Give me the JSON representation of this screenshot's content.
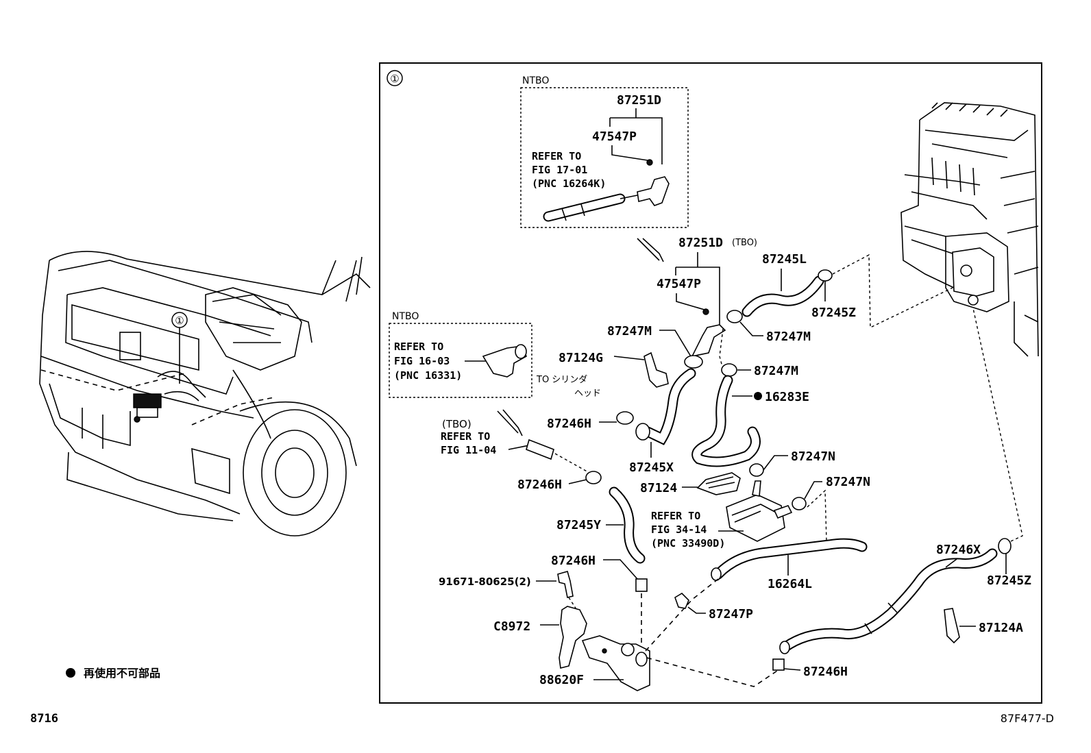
{
  "circled_ref": "①",
  "inset_ntbo_1": {
    "tag": "NTBO",
    "part_top": "87251D",
    "part_sub": "47547P",
    "refer_lines": [
      "REFER TO",
      "FIG 17-01",
      "(PNC 16264K)"
    ]
  },
  "inset_ntbo_2": {
    "tag": "NTBO",
    "refer_lines": [
      "REFER TO",
      "FIG 16-03",
      "(PNC 16331)"
    ]
  },
  "labels": {
    "p87251d_tbo": "87251D",
    "tbo_suffix": "(TBO)",
    "p47547p": "47547P",
    "p87245l": "87245L",
    "p87245z_top": "87245Z",
    "p87247m_a": "87247M",
    "p87247m_b": "87247M",
    "p87247m_c": "87247M",
    "p87124g": "87124G",
    "p16283e": "16283E",
    "to_cyl_1": "TO シリンダ",
    "to_cyl_2": "ヘッド",
    "p87246h_a": "87246H",
    "p87245x": "87245X",
    "p87247n_a": "87247N",
    "p87247n_b": "87247N",
    "p87124": "87124",
    "p87246h_b": "87246H",
    "p87245y": "87245Y",
    "p87246h_c": "87246H",
    "p91671": "91671-80625(2)",
    "pc8972": "C8972",
    "p88620f": "88620F",
    "p87247p": "87247P",
    "p16264l": "16264L",
    "p87246x": "87246X",
    "p87245z_bot": "87245Z",
    "p87124a": "87124A",
    "p87246h_d": "87246H"
  },
  "refer_tbo_lines": [
    "(TBO)",
    "REFER TO",
    "FIG 11-04"
  ],
  "refer_3414_lines": [
    "REFER TO",
    "FIG 34-14",
    "(PNC 33490D)"
  ],
  "vehicle_callout": "①",
  "legend_text": "再使用不可部品",
  "footer_left": "8716",
  "footer_right": "87F477-D"
}
